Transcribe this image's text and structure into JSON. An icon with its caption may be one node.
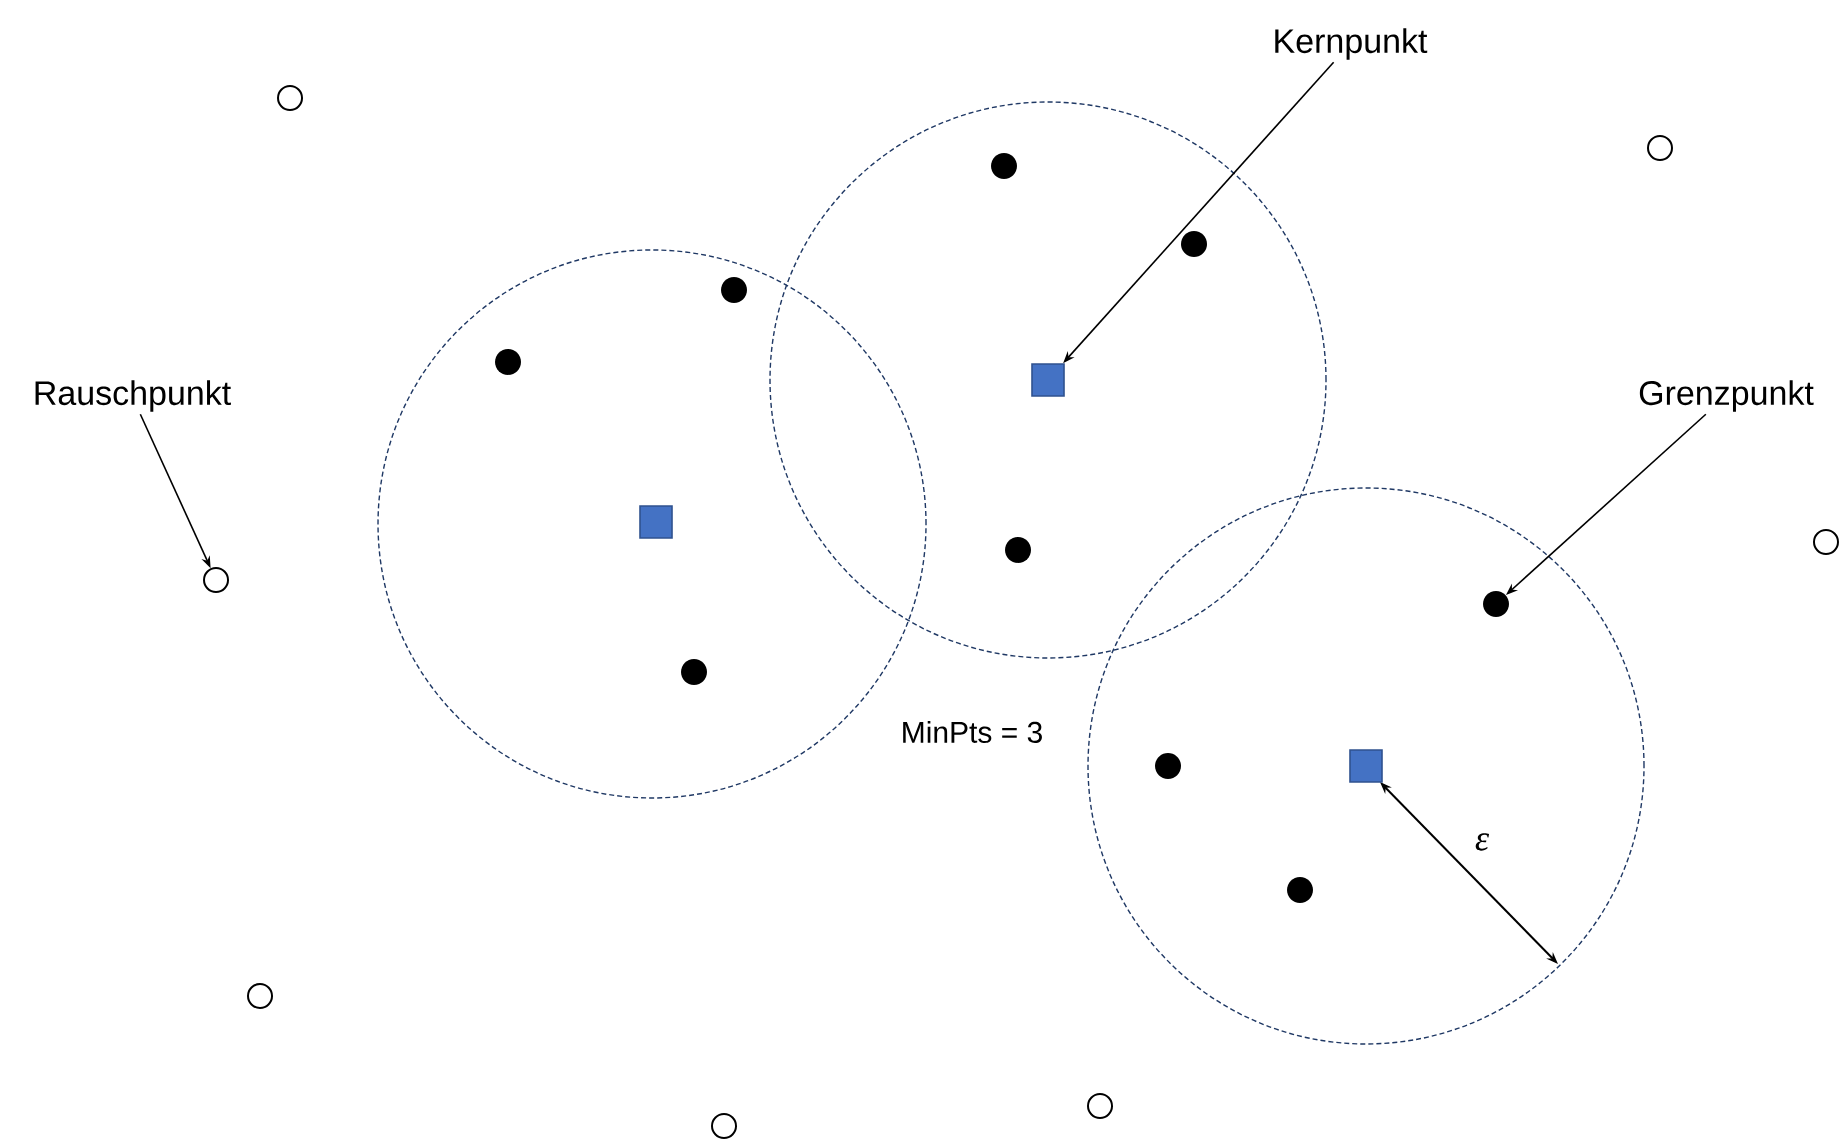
{
  "diagram": {
    "nodes": [
      {
        "text": [
          "Kernpunkt"
        ]
      },
      {
        "text": [],
        "shape": "square"
      },
      {
        "text": [
          "Rauschpunkt"
        ]
      },
      {
        "text": [],
        "shape": "circle"
      },
      {
        "text": [
          "Grenzpunkt"
        ]
      },
      {
        "text": [],
        "shape": "dot"
      },
      {
        "text": [],
        "shape": "dot"
      },
      {
        "text": [],
        "shape": "dot"
      },
      {
        "text": [],
        "shape": "dot"
      },
      {
        "text": [],
        "shape": "dot"
      },
      {
        "text": [],
        "shape": "dot"
      },
      {
        "text": [],
        "shape": "dot"
      },
      {
        "text": [],
        "shape": "dot"
      },
      {
        "text": [],
        "shape": "dot"
      },
      {
        "text": [],
        "shape": "circle"
      },
      {
        "text": [],
        "shape": "circle"
      },
      {
        "text": [],
        "shape": "circle"
      },
      {
        "text": [],
        "shape": "circle"
      },
      {
        "text": [],
        "shape": "circle"
      },
      {
        "text": [],
        "shape": "circle"
      },
      {
        "text": [],
        "shape": "square"
      },
      {
        "text": [],
        "shape": "square"
      }
    ],
    "edges": [
      {
        "from": 0,
        "to": 1,
        "arrow": "to"
      },
      {
        "from": 2,
        "to": 3,
        "arrow": "to"
      },
      {
        "from": 4,
        "to": 5,
        "arrow": "to"
      }
    ],
    "labels": [
      "MinPts = 3",
      "ε"
    ]
  }
}
